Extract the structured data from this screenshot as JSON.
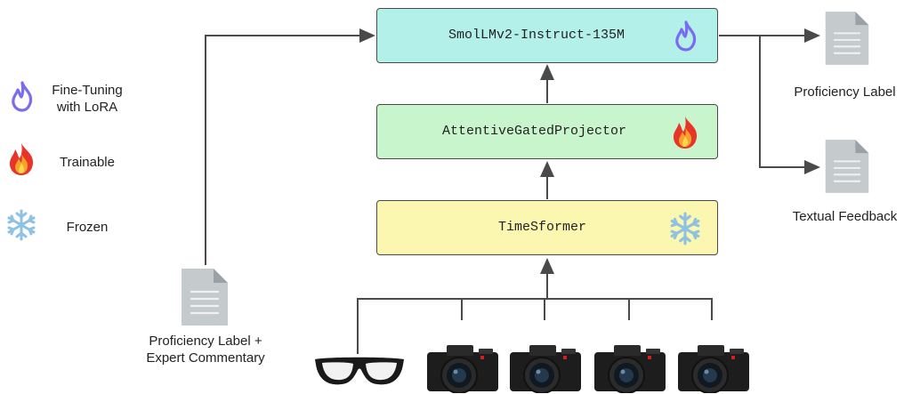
{
  "legend": {
    "finetune": {
      "line1": "Fine-Tuning",
      "line2": "with LoRA",
      "icon": "flame-outline-icon"
    },
    "trainable": {
      "label": "Trainable",
      "icon": "fire-icon"
    },
    "frozen": {
      "label": "Frozen",
      "icon": "snowflake-icon"
    }
  },
  "blocks": {
    "llm": {
      "label": "SmolLMv2-Instruct-135M",
      "color": "#b3f0ea",
      "status": "Fine-Tuning with LoRA"
    },
    "projector": {
      "label": "AttentiveGatedProjector",
      "color": "#c8f5cc",
      "status": "Trainable"
    },
    "encoder": {
      "label": "TimeSformer",
      "color": "#fbf7b0",
      "status": "Frozen"
    }
  },
  "input_doc": {
    "line1": "Proficiency Label +",
    "line2": "Expert Commentary"
  },
  "outputs": {
    "label": "Proficiency Label",
    "feedback": "Textual Feedback"
  },
  "video_inputs": [
    "egocentric-glasses",
    "exo-camera-1",
    "exo-camera-2",
    "exo-camera-3",
    "exo-camera-4"
  ]
}
